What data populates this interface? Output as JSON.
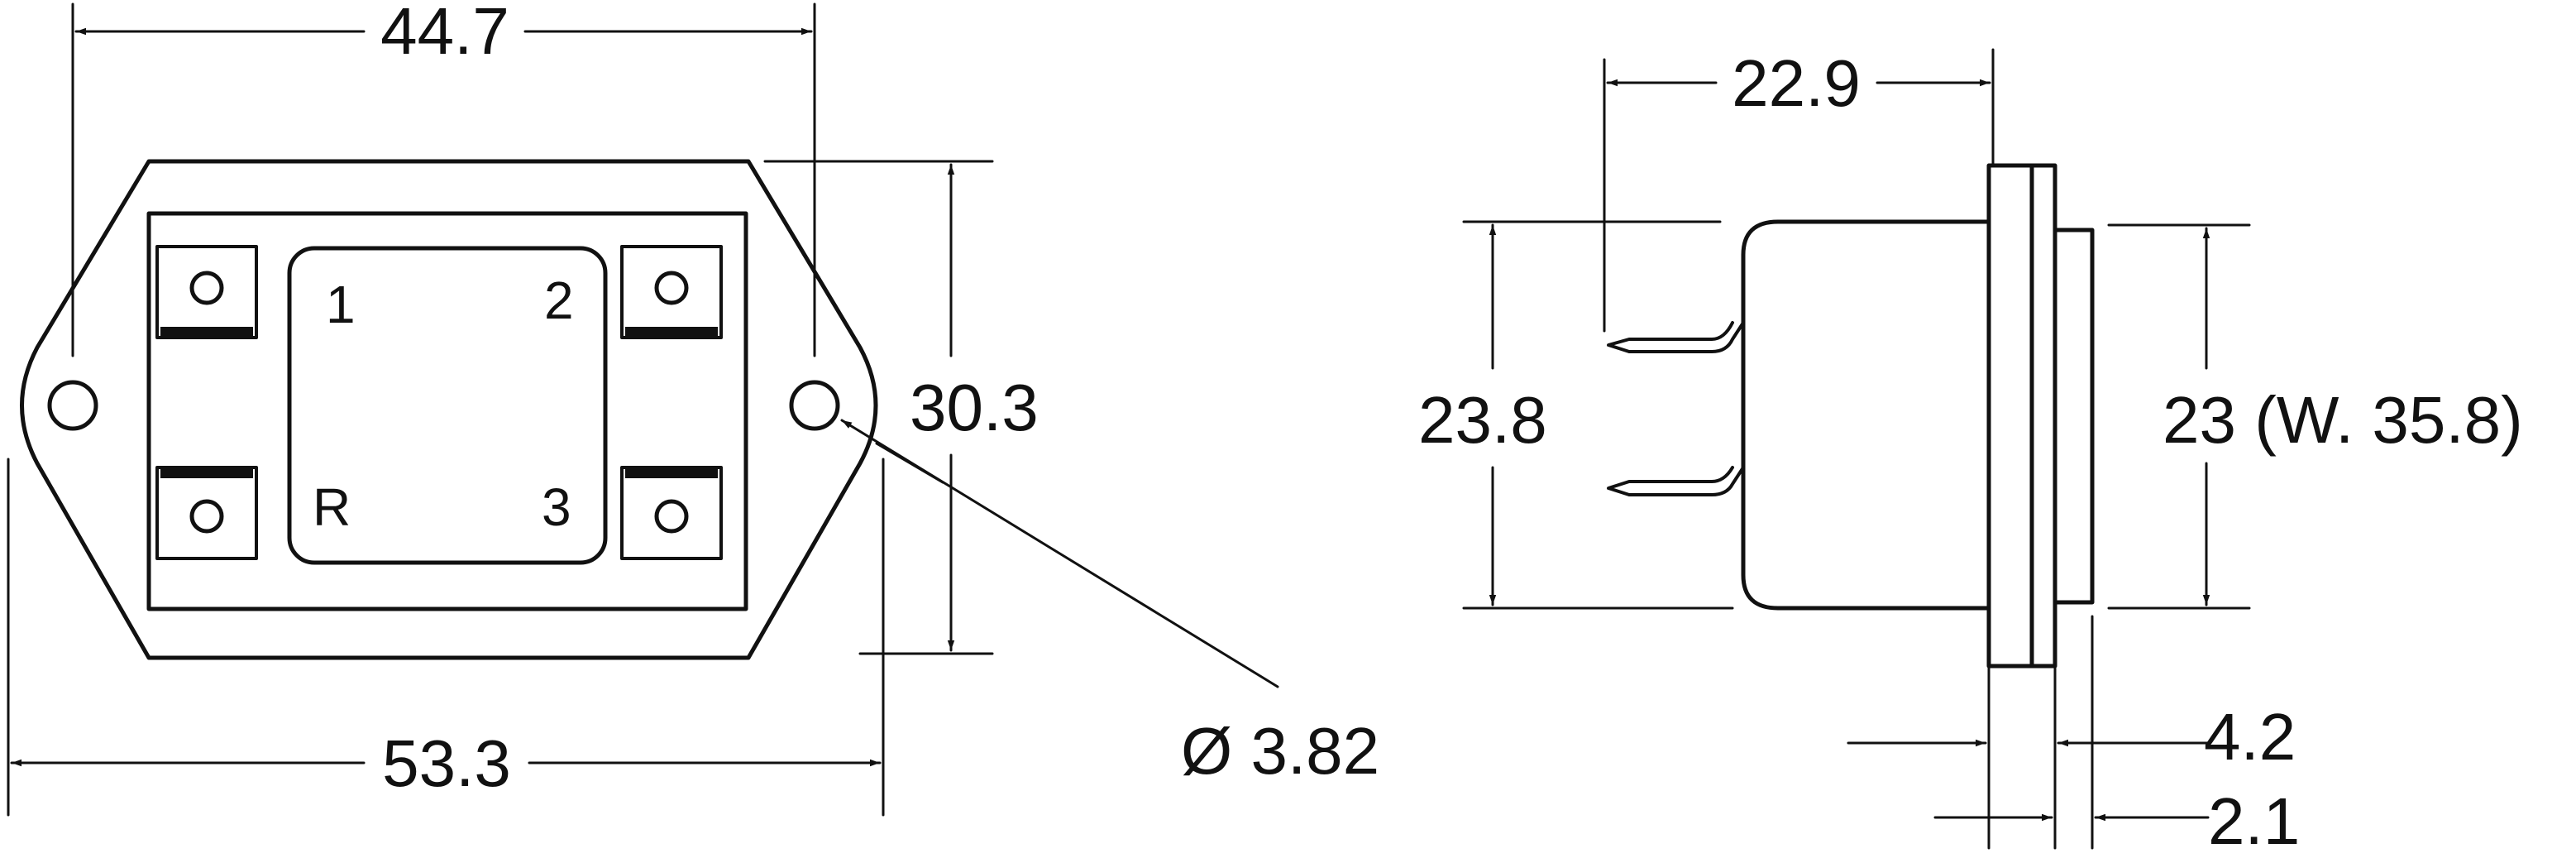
{
  "front_view": {
    "dim_hole_spacing": "44.7",
    "dim_height": "30.3",
    "dim_overall_width": "53.3",
    "dim_hole_diameter": "Ø 3.82",
    "terminals": {
      "t1": "1",
      "t2": "2",
      "tR": "R",
      "t3": "3"
    }
  },
  "side_view": {
    "dim_pin_length": "22.9",
    "dim_body_height": "23.8",
    "dim_flange": "23 (W. 35.8)",
    "dim_thickness_a": "4.2",
    "dim_thickness_b": "2.1"
  },
  "colors": {
    "ink": "#111111",
    "paper": "#ffffff"
  }
}
